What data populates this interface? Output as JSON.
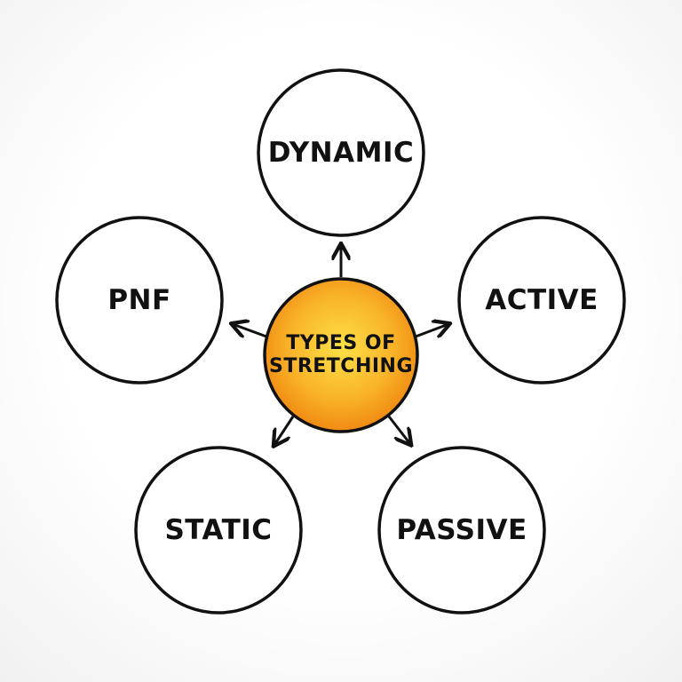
{
  "center": {
    "line1": "TYPES OF",
    "line2": "STRETCHING",
    "fill": "#f7a21b"
  },
  "nodes": {
    "top": "DYNAMIC",
    "right": "ACTIVE",
    "bottom_right": "PASSIVE",
    "bottom_left": "STATIC",
    "left": "PNF"
  },
  "colors": {
    "stroke": "#111111",
    "center_highlight": "#fde046",
    "center_edge": "#f08a12"
  }
}
